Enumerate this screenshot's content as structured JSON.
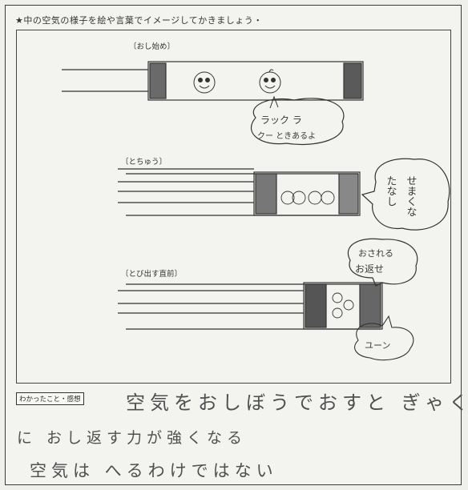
{
  "instruction": "★中の空気の様子を絵や言葉でイメージしてかきましょう・",
  "stages": [
    {
      "label": "〔おし始め〕",
      "bubble_lines": [
        "ラック ラ",
        "クー ときあるよ"
      ]
    },
    {
      "label": "〔とちゅう〕",
      "bubble_lines": [
        "せまくな",
        "たなし"
      ]
    },
    {
      "label": "〔とび出す直前〕",
      "bubble_lines": [
        "おされる",
        "お返せ"
      ],
      "bubble_extra": "ユーン"
    }
  ],
  "reflection": {
    "label": "わかったこと・感想",
    "lines": [
      "空気をおしぼうでおすと ぎゃく",
      "に おし返す力が強くなる",
      "空気は へるわけではない"
    ]
  }
}
